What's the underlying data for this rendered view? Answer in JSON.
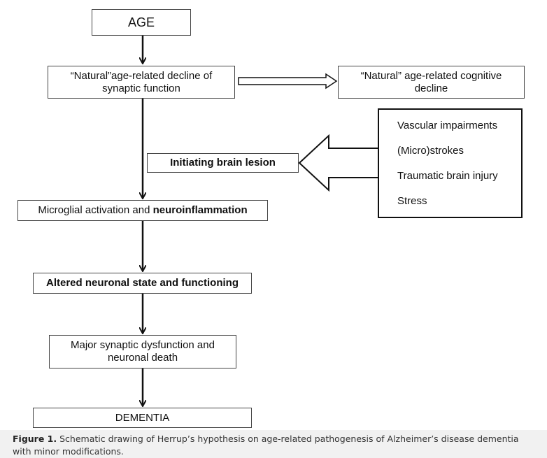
{
  "diagram": {
    "age": "AGE",
    "natural_decline_synaptic": "“Natural”age-related decline of synaptic function",
    "natural_cognitive_decline": "“Natural” age-related cognitive decline",
    "initiating_lesion": "Initiating brain lesion",
    "risk_factors": [
      "Vascular impairments",
      "(Micro)strokes",
      "Traumatic brain injury",
      "Stress"
    ],
    "microglial_prefix": "Microglial activation and ",
    "microglial_bold": "neuroinflammation",
    "altered_state": "Altered neuronal state and functioning",
    "synaptic_dysfunction": "Major synaptic dysfunction and neuronal death",
    "dementia": "DEMENTIA"
  },
  "caption": {
    "label": "Figure 1.",
    "text": " Schematic drawing of Herrup’s hypothesis on age-related pathogenesis of Alzheimer’s disease dementia with minor modifications."
  }
}
